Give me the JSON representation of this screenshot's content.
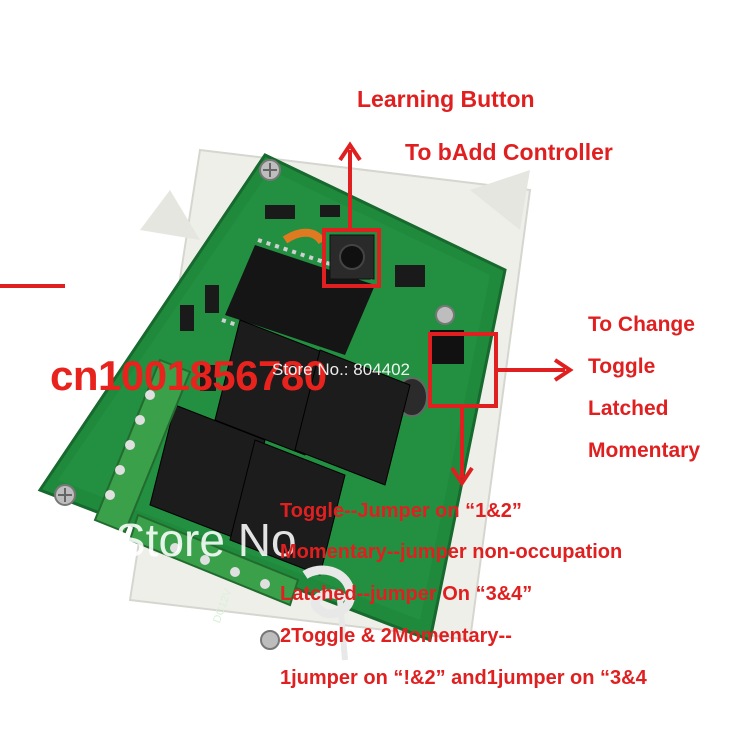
{
  "learning_label": {
    "line1": "Learning Button",
    "line2": "To bAdd Controller"
  },
  "mode_label": {
    "line1": "To Change",
    "line2": "Toggle",
    "line3": "Latched",
    "line4": "Momentary"
  },
  "notes": [
    "Toggle--Jumper on “1&2”",
    "Momentary--jumper non-occupation",
    "Latched--jumper On “3&4”",
    "2Toggle & 2Momentary--",
    "1jumper on “!&2” and1jumper on “3&4"
  ],
  "watermarks": {
    "store_id": "cn1001856780",
    "store_no_small": "Store No.: 804402",
    "store_no_big": "Store No"
  },
  "board_text": {
    "voltage": "DC12V"
  },
  "colors": {
    "annotation_red": "#e02020",
    "pcb_green": "#1f8a3c",
    "case_white": "#f2f2ee",
    "relay_black": "#1c1c1c",
    "terminal_green": "#3aa04a"
  }
}
